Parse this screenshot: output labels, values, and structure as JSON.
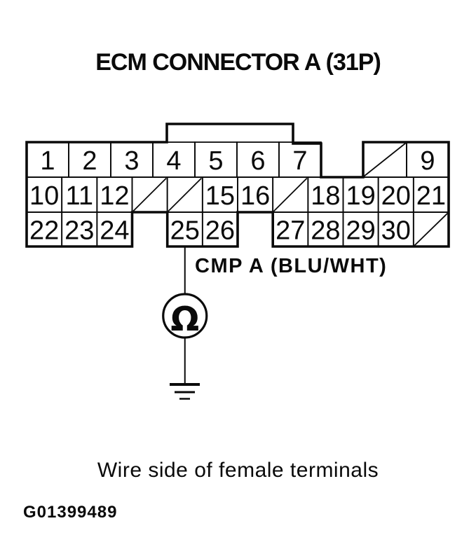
{
  "title": "ECM CONNECTOR A (31P)",
  "connector": {
    "name": "ECM Connector A",
    "pin_count_label": "31P",
    "rows": [
      {
        "cells": [
          {
            "type": "pin",
            "label": "1"
          },
          {
            "type": "pin",
            "label": "2"
          },
          {
            "type": "pin",
            "label": "3"
          },
          {
            "type": "pin",
            "label": "4"
          },
          {
            "type": "pin",
            "label": "5"
          },
          {
            "type": "pin",
            "label": "6"
          },
          {
            "type": "pin",
            "label": "7"
          },
          {
            "type": "gap"
          },
          {
            "type": "slash"
          },
          {
            "type": "pin",
            "label": "9"
          }
        ]
      },
      {
        "cells": [
          {
            "type": "pin",
            "label": "10"
          },
          {
            "type": "pin",
            "label": "11"
          },
          {
            "type": "pin",
            "label": "12"
          },
          {
            "type": "slash"
          },
          {
            "type": "slash"
          },
          {
            "type": "pin",
            "label": "15"
          },
          {
            "type": "pin",
            "label": "16"
          },
          {
            "type": "slash"
          },
          {
            "type": "pin",
            "label": "18"
          },
          {
            "type": "pin",
            "label": "19"
          },
          {
            "type": "pin",
            "label": "20"
          },
          {
            "type": "pin",
            "label": "21"
          }
        ]
      },
      {
        "cells": [
          {
            "type": "pin",
            "label": "22"
          },
          {
            "type": "pin",
            "label": "23"
          },
          {
            "type": "pin",
            "label": "24"
          },
          {
            "type": "gap"
          },
          {
            "type": "pin",
            "label": "25"
          },
          {
            "type": "pin",
            "label": "26"
          },
          {
            "type": "gap"
          },
          {
            "type": "pin",
            "label": "27"
          },
          {
            "type": "pin",
            "label": "28"
          },
          {
            "type": "pin",
            "label": "29"
          },
          {
            "type": "pin",
            "label": "30"
          },
          {
            "type": "slash"
          }
        ]
      }
    ]
  },
  "measurement": {
    "wire_label": "CMP A (BLU/WHT)",
    "probe_pin": "25",
    "meter_symbol": "Ω"
  },
  "caption": "Wire side of female terminals",
  "figure_id": "G01399489",
  "colors": {
    "ink": "#0a0a0a",
    "paper": "#ffffff"
  }
}
